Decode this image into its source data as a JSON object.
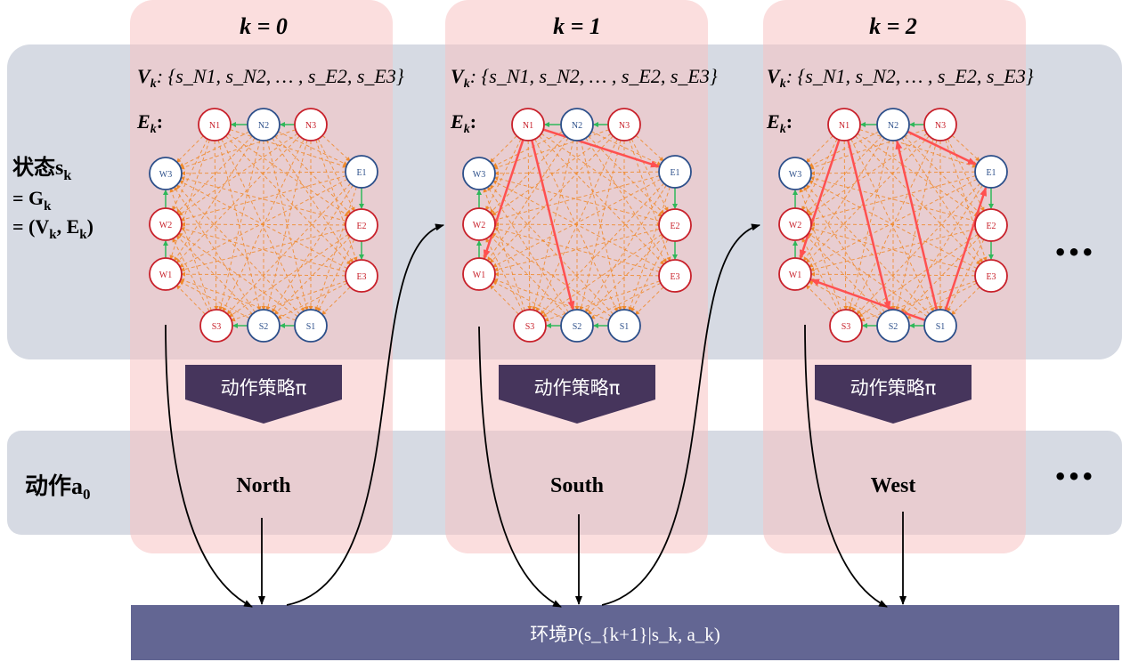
{
  "columns": [
    {
      "k_label": "k = 0",
      "vk_label": "V",
      "vk_sub": "k",
      "vk_set": ": {s_N1, s_N2, … , s_E2, s_E3}",
      "ek_label": "E",
      "ek_sub": "k",
      "ek_colon": ":",
      "policy_label": "动作策略π",
      "action": "North"
    },
    {
      "k_label": "k = 1",
      "vk_label": "V",
      "vk_sub": "k",
      "vk_set": ": {s_N1, s_N2, … , s_E2, s_E3}",
      "ek_label": "E",
      "ek_sub": "k",
      "ek_colon": ":",
      "policy_label": "动作策略π",
      "action": "South"
    },
    {
      "k_label": "k = 2",
      "vk_label": "V",
      "vk_sub": "k",
      "vk_set": ": {s_N1, s_N2, … , s_E2, s_E3}",
      "ek_label": "E",
      "ek_sub": "k",
      "ek_colon": ":",
      "policy_label": "动作策略π",
      "action": "West"
    }
  ],
  "state_label": {
    "line1": "状态s",
    "line1_sub": "k",
    "line2": "= G",
    "line2_sub": "k",
    "line3": "= (V",
    "line3_sub": "k",
    "line3_mid": ", E",
    "line3_sub2": "k",
    "line3_end": ")"
  },
  "action_label": {
    "text": "动作a",
    "sub": "0"
  },
  "environment_label": "环境P(s_{k+1}|s_k, a_k)",
  "ellipsis": "•••",
  "nodes": [
    {
      "id": "N1",
      "color": "red"
    },
    {
      "id": "N2",
      "color": "blue"
    },
    {
      "id": "N3",
      "color": "red"
    },
    {
      "id": "E1",
      "color": "blue"
    },
    {
      "id": "E2",
      "color": "red"
    },
    {
      "id": "E3",
      "color": "red"
    },
    {
      "id": "S1",
      "color": "blue"
    },
    {
      "id": "S2",
      "color": "blue"
    },
    {
      "id": "S3",
      "color": "red"
    },
    {
      "id": "W1",
      "color": "red"
    },
    {
      "id": "W2",
      "color": "red"
    },
    {
      "id": "W3",
      "color": "blue"
    }
  ],
  "green_edges": [
    [
      "N2",
      "N1"
    ],
    [
      "N3",
      "N2"
    ],
    [
      "E1",
      "E2"
    ],
    [
      "E2",
      "E3"
    ],
    [
      "S1",
      "S2"
    ],
    [
      "S2",
      "S3"
    ],
    [
      "W1",
      "W2"
    ],
    [
      "W2",
      "W3"
    ]
  ],
  "highlight_edges": [
    [],
    [
      [
        "N1",
        "E1"
      ],
      [
        "N1",
        "W1"
      ],
      [
        "N1",
        "S2"
      ]
    ],
    [
      [
        "N1",
        "W1"
      ],
      [
        "N1",
        "S2"
      ],
      [
        "S1",
        "N2"
      ],
      [
        "N2",
        "E1"
      ],
      [
        "S1",
        "E1"
      ],
      [
        "S1",
        "W1"
      ]
    ]
  ],
  "colors": {
    "red_node": "#c8202a",
    "blue_node": "#2c4f8a",
    "green_arrow": "#2fb85a",
    "orange_dash": "#f08a2c",
    "highlight": "#ff5050",
    "panel_gray": "#d6dae3",
    "column_pink": "#f7c3c3",
    "env_bar": "#636693",
    "policy_box": "#46355c"
  }
}
